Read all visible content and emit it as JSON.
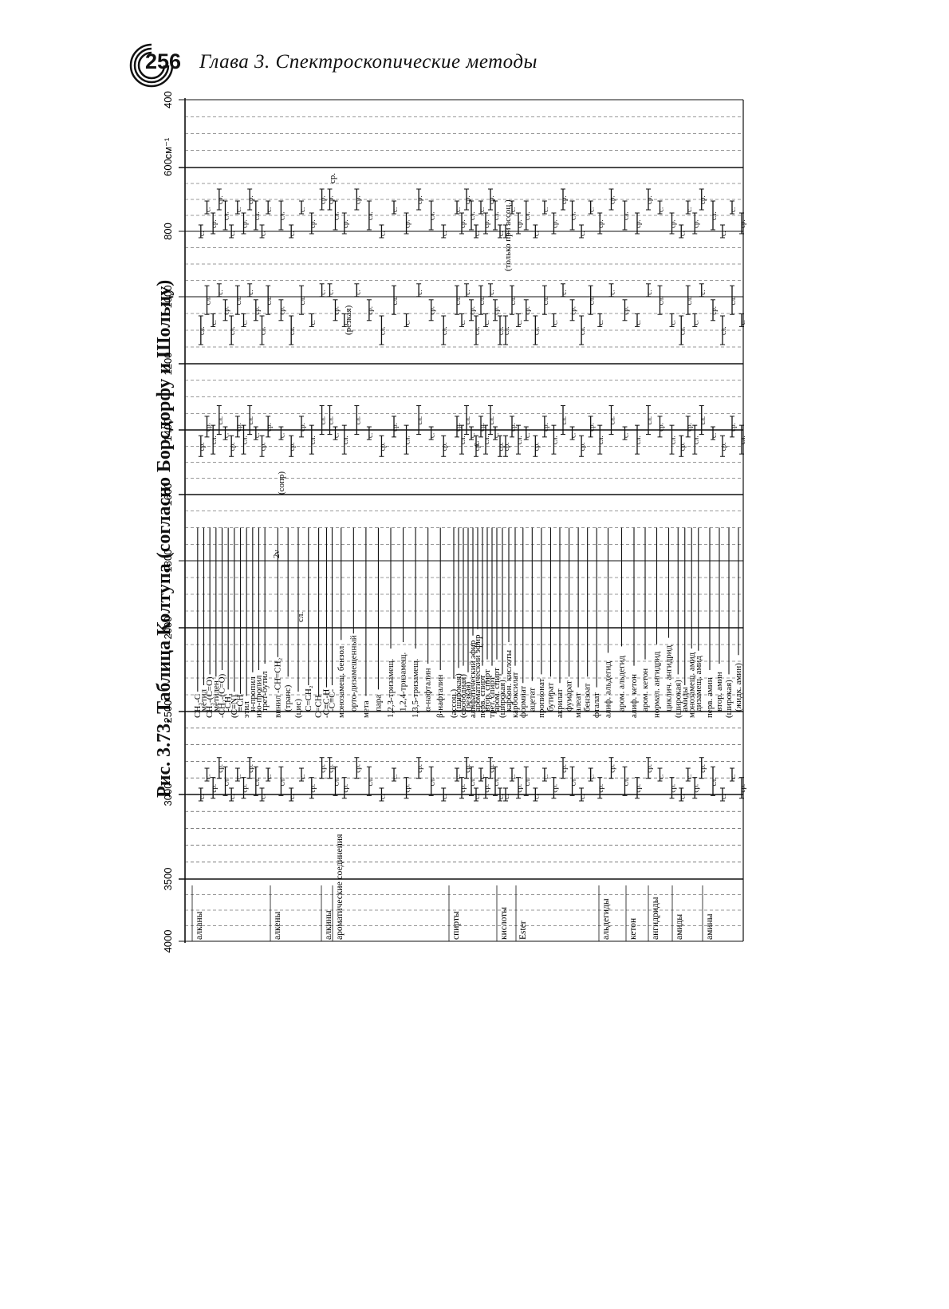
{
  "header": {
    "page_number": "256",
    "running_title": "Глава 3. Спектроскопические методы"
  },
  "chart_data": {
    "type": "correlation-chart",
    "title": "Рис. 3.73. Таблица Колтупа (согласно Борсдорфу и Шольцу)",
    "axis": {
      "unit": "см⁻¹",
      "ticks": [
        4000,
        3500,
        3000,
        2500,
        2000,
        1800,
        1600,
        1400,
        1200,
        1000,
        800,
        600,
        400
      ],
      "direction": "decreasing"
    },
    "groups": [
      {
        "name": "алканы",
        "compounds": [
          "CH₃-C",
          "метил",
          "CH₃-(C=O)",
          "метилен",
          "-CH₂-(C=O)",
          "-CH₂",
          "(C≡N)",
          "≡CH",
          "этил",
          "н-пропил",
          "изо-пропил",
          "трет-бутил"
        ]
      },
      {
        "name": "алкены",
        "compounds": [
          "винил -CH=CH₂",
          "(транс)",
          "(цис)",
          "C=CH₂",
          "C=CH"
        ]
      },
      {
        "name": "алкины",
        "compounds": [
          "-C≡C-H",
          "-C≡C-"
        ]
      },
      {
        "name": "ароматические соединения",
        "compounds": [
          "монозамещ. бензол",
          "орто-дизамещенный",
          "мета",
          "пара",
          "1,2,3-тризамещ.",
          "1,2,4-тризамещ.",
          "1,3,5-тризамещ.",
          "α-нафталин",
          "β-нафталин"
        ]
      },
      {
        "name": "спирты",
        "compounds": [
          "(ассоц.)",
          "(широкая)",
          "(свободная)",
          "(резкая)",
          "алифатический эфир",
          "ароматический эфир",
          "перв. спирт",
          "втор. спирт",
          "трет. спирт",
          "аром. спирт"
        ]
      },
      {
        "name": "кислоты",
        "compounds": [
          "(широкая)",
          "карбон. кислоты",
          "карбоксилат"
        ]
      },
      {
        "name": "Ester",
        "compounds": [
          "формиат",
          "ацетат",
          "пропионат",
          "бутират",
          "акрилат",
          "фумарат",
          "малеат",
          "бензоат",
          "фталат"
        ]
      },
      {
        "name": "альдегиды",
        "compounds": [
          "алиф. альдегид",
          "аром. альдегид"
        ]
      },
      {
        "name": "кетон",
        "compounds": [
          "алиф. кетон",
          "аром. кетон"
        ]
      },
      {
        "name": "ангидриды",
        "compounds": [
          "нормал. ангидрид",
          "циклич. ангидрид"
        ]
      },
      {
        "name": "амиды",
        "compounds": [
          "(широкая)",
          "амиды",
          "монозамещ. амид",
          "дизамещ. амид"
        ]
      },
      {
        "name": "амины",
        "compounds": [
          "перв. амин",
          "втор. амин",
          "(широкая)",
          "(жидк. амин)"
        ]
      }
    ],
    "annotations": [
      "(сопр)",
      "(резкая)",
      "(только при ассоц.)",
      "2ν",
      "сл.",
      "ср.",
      "с."
    ],
    "band_labels": [
      "с.",
      "ср.",
      "сл."
    ]
  }
}
